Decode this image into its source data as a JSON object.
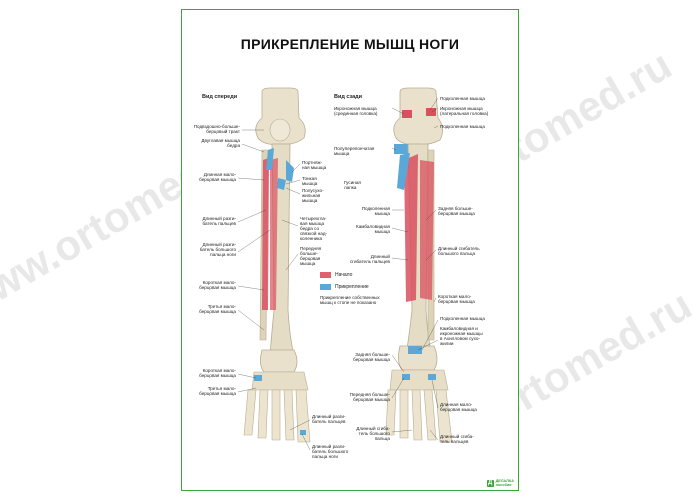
{
  "watermark": "www.ortomed.ru",
  "poster": {
    "title": "ПРИКРЕПЛЕНИЕ МЫШЦ НОГИ",
    "view_front": "Вид спереди",
    "view_back": "Вид сзади"
  },
  "front_labels_left": [
    "Подвздошно-больше-\nберцовый тракт",
    "Двуглавая мышца\nбедра",
    "Длинная мало-\nберцовая мышца",
    "Длинный разги-\nбатель пальцев",
    "Длинный разги-\nбатель большого\nпальца ноги",
    "Короткая мало-\nберцовая мышца",
    "Третья мало-\nберцовая мышца",
    "Короткая мало-\nберцовая мышца",
    "Третья мало-\nберцовая мышца"
  ],
  "front_labels_right": [
    "Портняж-\nная мышца",
    "Тонкая\nмышца",
    "Полусухо-\nжильная\nмышца",
    "Четырехгла-\nвая мышца\nбедра со\nсвязкой над-\nколенника",
    "Передняя\nбольше-\nберцовая\nмышца",
    "Длинный разги-\nбатель пальцев",
    "Длинный разги-\nбатель большого\nпальца ноги"
  ],
  "goose_foot": "Гусиная\nлапка",
  "back_labels_left": [
    "Икроножная мышца\n(срединная головка)",
    "Полуперепончатая\nмышца",
    "Подколенная\nмышца",
    "Камбаловидная\nмышца",
    "Длинный\nсгибатель пальцев",
    "Задняя больше-\nберцовая мышца",
    "Передняя больше-\nберцовая мышца",
    "Длинный сгиба-\nтель большого\nпальца"
  ],
  "back_labels_right": [
    "Подколенная мышца",
    "Икроножная мышца\n(латеральная головка)",
    "Подколенная мышца",
    "Задняя больше-\nберцовая мышца",
    "Длинный сгибатель\nбольшого пальца",
    "Короткая мало-\nберцовая мышца",
    "Подколенная мышца",
    "Камбаловидная и\nикроножная мышцы\nв Ахилловом сухо-\nжилии",
    "Длинная мало-\nберцовая мышца",
    "Длинный сгиба-\nтель пальцев"
  ],
  "legend": {
    "origin": "Начало",
    "insertion": "Прикрепление",
    "note": "Прикрепление собственных\nмышц к стопе не показано",
    "origin_color": "#e06070",
    "insertion_color": "#5aa8d8"
  },
  "logo": {
    "mark": "Д",
    "text": "ДЕЛАЛКА\nпособия"
  },
  "colors": {
    "border": "#3aa63a",
    "bone": "#e9e1cc",
    "muscle": "#d9505f"
  }
}
